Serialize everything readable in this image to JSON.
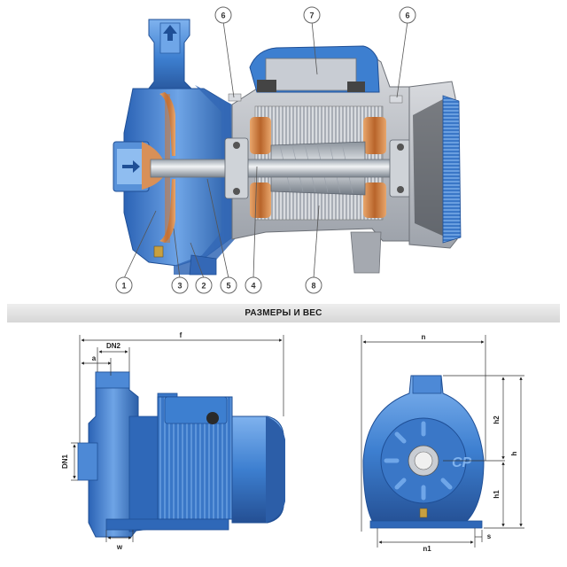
{
  "cutaway": {
    "callouts": [
      "1",
      "2",
      "3",
      "4",
      "5",
      "6",
      "7",
      "8"
    ]
  },
  "section_title": "РАЗМЕРЫ И ВЕС",
  "side_view": {
    "dims": {
      "f": "f",
      "a": "a",
      "dn2": "DN2",
      "dn1": "DN1",
      "w": "w"
    }
  },
  "front_view": {
    "dims": {
      "n": "n",
      "h": "h",
      "h1": "h1",
      "h2": "h2",
      "n1": "n1",
      "s": "s"
    },
    "logo": "CP"
  },
  "colors": {
    "pump_blue": "#3d7fd0",
    "pump_dark": "#1f4f96",
    "motor_grey": "#b9bcc4",
    "copper": "#c97a3c",
    "banner_grey": "#dedede"
  }
}
